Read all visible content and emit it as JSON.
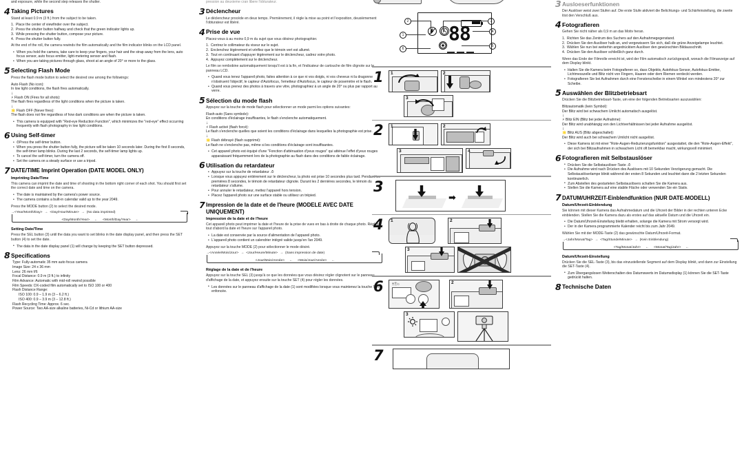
{
  "document": {
    "type": "camera-instruction-manual",
    "languages": [
      "English",
      "Français",
      "Deutsch"
    ]
  },
  "lcd_diagram": {
    "name": "LCD panel display",
    "segment_value": "88",
    "callouts": [
      "1",
      "2",
      "3",
      "4",
      "5",
      "6"
    ],
    "icons": {
      "flash_off": "flash-off-icon",
      "self_timer": "self-timer-icon",
      "battery": "battery-icon",
      "frame_counter": "frame-counter-segments",
      "film": "film-cartridge-icon"
    }
  },
  "figures": {
    "steps": [
      {
        "num": "1",
        "panels": [
          "1",
          "2",
          "3"
        ]
      },
      {
        "num": "2",
        "panels": [
          "1",
          "2",
          "3",
          "4"
        ]
      },
      {
        "num": "3",
        "panels": [
          ""
        ]
      },
      {
        "num": "4",
        "panels": [
          "1",
          "2",
          "3",
          ""
        ]
      },
      {
        "num": "6",
        "panels": [
          "",
          "2",
          "3",
          ""
        ]
      },
      {
        "num": "7",
        "panels": [
          ""
        ]
      }
    ]
  },
  "en": {
    "intro_tail": "and exposure, while the second step releases the shutter.",
    "s4": {
      "num": "4",
      "title": "Taking Pictures",
      "lead": "Stand at least 0.9 m (3 ft.) from the subject to be taken.",
      "steps": [
        "Place the center of viewfinder over the subject.",
        "Press the shutter button halfway and check that the green indicator lights up.",
        "While pressing the shutter button, compose your picture.",
        "Press the shutter button fully."
      ],
      "note": "At the end of the roll, the camera rewinds the film automatically and the film indicator blinks on the LCD panel.",
      "bullets": [
        "When you hold the camera, take care to keep your fingers, your hair and the strap away from the lens, auto focus sensor, auto focus emitter, light-metering sensor and flash.",
        "When you are taking pictures through glass, shoot at an angle of 20° or more to the glass."
      ]
    },
    "s5": {
      "num": "5",
      "title": "Selecting Flash Mode",
      "lead": "Press the flash mode button to select the desired one among the followings:",
      "modes": [
        {
          "label": "Auto Flash (No icon):",
          "desc": "In low light conditions, the flash fires automatically.",
          "icon": ""
        },
        {
          "label": "Flash ON (Fires for all shots):",
          "desc": "The flash fires regardless of the light conditions when the picture is taken.",
          "icon": "flash-on-icon"
        },
        {
          "label": "Flash OFF (Never fires):",
          "desc": "The flash does not fire regardless of how dark conditions are when the picture is taken.",
          "icon": "flash-off-icon"
        }
      ],
      "bullets": [
        "This camera is equipped with \"Red-eye Reduction Function\", which minimizes the \"red-eye\" effect occurring frequently with flash photography in low light conditions."
      ]
    },
    "s6": {
      "num": "6",
      "title": "Using Self-timer",
      "bullets": [
        "Press the  self-timer button.",
        "When you press the shutter button fully, the picture will be taken 10 seconds later. During the first 8 seconds, the self-timer lamp blinks. During the last 2 seconds, the self-timer lamp lights up.",
        "To cancel the self-timer, turn the camera off.",
        "Set the camera on a steady surface or use a tripod."
      ]
    },
    "s7": {
      "num": "7",
      "title": "DATE/TIME Imprint Operation (DATE MODEL ONLY)",
      "sub1": "Imprinting Date/Time",
      "p1": "This camera can imprint the date and time of shooting in the bottom right corner of each shot. You should first set the correct date and time on the camera.",
      "bullets1": [
        "The date is maintained by the camera's power source.",
        "The camera contains a built-in calendar valid up to the year 2049."
      ],
      "p2": "Press the MODE button (2) to select the desired mode.",
      "flow": {
        "top": [
          "<Year/Month/Day>",
          "<Day/Hour/Minute>",
          "(No data imprinted)"
        ],
        "bottom": [
          "<Day/Month/Year>",
          "<Month/Day/Year>"
        ]
      },
      "sub2": "Setting Date/Time",
      "p3": "Press the SEL button (3) until the data you want to set blinks in the date display panel, and then press the SET button (4) to set the date.",
      "bullets2": [
        "The data in the date display panel (1) will change by keeping the SET button depressed."
      ]
    },
    "s8": {
      "num": "8",
      "title": "Specifications",
      "rows": [
        {
          "t": "Type: Fully-automatic 35 mm auto focus camera",
          "ind": false
        },
        {
          "t": "Image Size: 24 x 36 mm",
          "ind": false
        },
        {
          "t": "Lens: 26 mm f/6",
          "ind": false
        },
        {
          "t": "Focal Distance: 0.9 m (3 ft.) to infinity",
          "ind": false
        },
        {
          "t": "Film Advance: Automatic with mid-roll rewind possible",
          "ind": false
        },
        {
          "t": "Film Speeds: DX-coded film automatically set to ISO 100 or 400",
          "ind": false
        },
        {
          "t": "Flash Distance Range:",
          "ind": false
        },
        {
          "t": "ISO 100: 0.9 – 1.9 m (3 – 6.2 ft.)",
          "ind": true
        },
        {
          "t": "ISO 400: 0.9 – 3.9 m (3 – 12.8 ft.)",
          "ind": true
        },
        {
          "t": "Flash Recycling Time: Approx. 6 sec.",
          "ind": false
        },
        {
          "t": "Power Source: Two AA-size alkaline batteries, Ni-Cd or lithium AA-size",
          "ind": false
        }
      ]
    }
  },
  "fr": {
    "intro_tail": "pression au deuxieme cran libere l'obturateur.",
    "s3": {
      "num": "3",
      "title": "Déclencheur",
      "lead": "Le déclencheur procède en deux temps. Premièrement, il règle la mise au point et l'exposition, deuxièmement l'obturateur est libéré."
    },
    "s4": {
      "num": "4",
      "title": "Prise de vue",
      "lead": "Placez-vous à au moins 0,9 m du sujet que vous désirez photographier.",
      "steps": [
        "Centrez le collimateur du viseur sur le sujet.",
        "Enclenchez légèrement et vérifiez que le témoin vert est allumé.",
        "Tout en continuant d'appuyer légèrement sur le déclencheur, cadrez votre photo.",
        "Appuyez complètement sur le déclencheur."
      ],
      "note": "Le film se rembobine automatiquement lorsqu'il est à la fin, et l'indicateur de cartouche de film clignote sur le panneau LCD.",
      "bullets": [
        "Quand vous tenez l'appareil photo, faites attention à ce que ni vos doigts, ni vos cheveux ni la dragonne n'obstruent l'objectif, le capteur d'Autofocus, l'emetteur d'Autofocus, le capteur de posemètre et le flash.",
        "Quand vous prenez des photos à travers une vitre, photographiez à un angle de 20° ou plus par rapport au verre."
      ]
    },
    "s5": {
      "num": "5",
      "title": "Sélection du mode flash",
      "lead": "Appuyez sur la touche de mode flash pour sélectionner un mode parmi les options suivantes:",
      "modes": [
        {
          "label": "Flash-auto (Sans symbole):",
          "desc": "En conditions d'éclairage insuffisantes, le flash s'enclenche automatiquement.",
          "icon": ""
        },
        {
          "label": "Flash activé (flash forcé):",
          "desc": "Le flash s'enclenche quelles que soient les conditions d'éclairage dans lesquelles la photographie est prise.",
          "icon": "flash-on-icon"
        },
        {
          "label": "Flash débrayé (flash supprimé):",
          "desc": "Le flash ne s'enclenche pas, même si les conditions d'éclairage sont insuffisantes.",
          "icon": "flash-off-icon"
        }
      ],
      "bullets": [
        "Cet appareil photo est équipé d'une \"Fonction d'atténuation d'yeux rouges\" qui atténue l'effet d'yeux rouges apparaissant fréquemment lors de la photographie au flash dans des conditions de faible éclairage."
      ]
    },
    "s6": {
      "num": "6",
      "title": "Utilisation du retardateur",
      "bullets": [
        "Appuyez sur la touche de retardateur  .",
        "Lorsque vous appuyez entièrement sur le déclencheur, la photo est prise 10 secondes plus tard. Pendant les premières 8 secondes, le témoin de retardateur clignote. Durant les 2 dernières secondes, le témoin du retardateur s'allume.",
        "Pour annuler le retardateur, mettez l'appareil hors tension.",
        "Placez l'appareil photo sur une surface stable ou utilisez un trépied."
      ]
    },
    "s7": {
      "num": "7",
      "title": "Impression de la date et de l'heure (MODELE AVEC DATE UNIQUEMENT)",
      "sub1": "Impression de la date et de l'heure",
      "p1": "Cet appareil photo peut imprimer la date et l'heure de la prise de vues en bas à droite de chaque photo. Réglez tout d'abord la date et l'heure sur l'appareil photo.",
      "bullets1": [
        "La date est conservée par la source d'alimentation de l'appareil photo.",
        "L'appareil photo contient un calendrier intégré valide jusqu'en l'an 2049."
      ],
      "p2": "Appuyez sur la touche MODE (2) pour sélectionner le mode désiré.",
      "flow": {
        "top": [
          "<Année/Mois/Jour>",
          "<Jour/Heure/Minute>",
          "(Sans impression de date)"
        ],
        "bottom": [
          "<Jour/Mois/Année>",
          "<Mois/Jour/Année>"
        ]
      },
      "sub2": "Réglage de la date et de l'heure",
      "p3": "Appuyez sur la touche SEL (3) jusqu'à ce que les données que vous désirez régler clignotent sur le panneau d'affichage de la date, et appuyez ensuite sur la touche SET (4) pour régler les données.",
      "bullets2": [
        "Les données sur le panneau d'affichage de la date (1) sont modifiées lorsque vous maintenez la touche SET enfoncée."
      ]
    }
  },
  "de": {
    "s3": {
      "num": "3",
      "title": "Ausloeserfunktionen",
      "lead": "Der Auslöser weist zwei Stufen auf. Die erste Stufe aktiviert die Belichtungs- und Schärfeinstellung, die zweite löst den Verschluß aus."
    },
    "s4": {
      "num": "4",
      "title": "Fotografieren",
      "lead": "Gehen Sie nicht näher als 0,9 m an das Motiv heran.",
      "steps": [
        "Richten Sie das Zentrum des Suchers auf den Aufnahmegegenstand.",
        "Drücken Sie den Auslöser halb an, und vergewissern Sie sich, daß die grüne Anzeigelampe leuchtet.",
        "Wählen Sie nun bei weiterhin angedrücktem Auslöser den gewünschten Bildausschnitt.",
        "Drücken Sie den Auslöser schließlich ganz durch."
      ],
      "note": "Wenn das Ende der Filmrolle erreicht ist, wird der Film automatisch zurückgespult, wonach die Filmanzeige auf dem Display blinkt.",
      "bullets": [
        "Halten Sie die Kamera beim Fotografieren so, dass Objektiv, Autofokus-Sensor, Autofokus-Emitter, Lichtmesszelle und Blitz nicht von Fingern, Haaren oder dem Riemen verdeckt werden.",
        "Fotografieren Sie bei Aufnahmen durch eine Fensterscheibe in einem Winkel von mindestens 20° zur Scheibe."
      ]
    },
    "s5": {
      "num": "5",
      "title": "Auswählen der Blitzbetriebsart",
      "lead": "Drücken Sie die Blitzbetriebsart-Taste, um eine der folgenden Betriebsarten auszuwählen:",
      "modes": [
        {
          "label": "Blitzautomatik (kein Symbol):",
          "desc": "Der Blitz wird bei schwachem Umlicht automatisch ausgelöst.",
          "icon": ""
        },
        {
          "label": "Blitz EIN (Blitz bei jeder Aufnahme):",
          "desc": "Der Blitz wird unabhängig von den Lichtverhältnissen bei jeder Aufnahme ausgelöst.",
          "icon": "flash-on-icon"
        },
        {
          "label": "Blitz AUS (Blitz abgeschaltet):",
          "desc": "Der Blitz wird auch bei schwachem Umlicht nicht ausgelöst.",
          "icon": "flash-off-icon"
        }
      ],
      "bullets": [
        "Diese Kamera ist mit einer \"Rote-Augen-Reduzierungsfunktion\" ausgestattet, die den \"Rote-Augen-Effekt\", der sich bei Blitzaufnahmen in schwachem Licht oft bemerkbar macht, wirkungsvoll minimiert."
      ]
    },
    "s6": {
      "num": "6",
      "title": "Fotografieren mit Selbstauslöser",
      "bullets": [
        "Drücken Sie die Selbstauslöser-Taste  .",
        "Die Aufnahme wird nach Drücken des Auslösers mit 10 Sekunden Verzögerung gemacht. Die Selbstauslöserlampe blinkt während der ersten 8 Sekunden und leuchtet dann die 2 letzten Sekunden kontinuierlich.",
        "Zum Abstellen des gestarteten Selbstauslösers schalten Sie die Kamera aus.",
        "Stellen Sie die Kamera auf eine stabile Fläche oder verwenden Sie ein Stativ."
      ]
    },
    "s7": {
      "num": "7",
      "title": "DATUM/UHRZEIT-Einblendfunktion (NUR DATE-MODELL)",
      "sub1": "Datum/Uhrzeit-Einblendung",
      "p1": "Sie können mit dieser Kamera das Aufnahmedatum und die Uhrzeit der Bilder in der rechten unteren Ecke einblenden. Stellen Sie die Kamera dazu als erstes auf das aktuelle Datum und die Uhrzeit ein.",
      "bullets1": [
        "Die Datum/Uhrzeit-Einstellung bleibt erhalten, solange die Kamera mit Strom versorgt wird.",
        "Der in der Kamera programmierte Kalender reicht bis zum Jahr 2049."
      ],
      "p2": "Wählen Sie mit der MODE-Taste (2) das gewünschte Datum/Uhrzeit-Format.",
      "flow": {
        "top": [
          "<Jahr/Monat/Tag>",
          "<Tag/Stunde/Minute>",
          "(Kein Einblendung)"
        ],
        "bottom": [
          "<Tag/Monat/Jahr>",
          "<Monat/Tag/Jahr>"
        ]
      },
      "sub2": "Datum/Uhrzeit-Einstellung",
      "p3": "Drücken Sie die SEL-Taste (3), bis das einzustellende Segment auf dem Display blinkt, und dann zur Einstellung die SET-Taste (4).",
      "bullets2": [
        "Zum Übergangslosen Weiterschalten des Datumswerts im Datumsdisplay (1) können Sie die SET-Taste gedrückt halten."
      ]
    },
    "s8": {
      "num": "8",
      "title": "Technische Daten"
    }
  }
}
